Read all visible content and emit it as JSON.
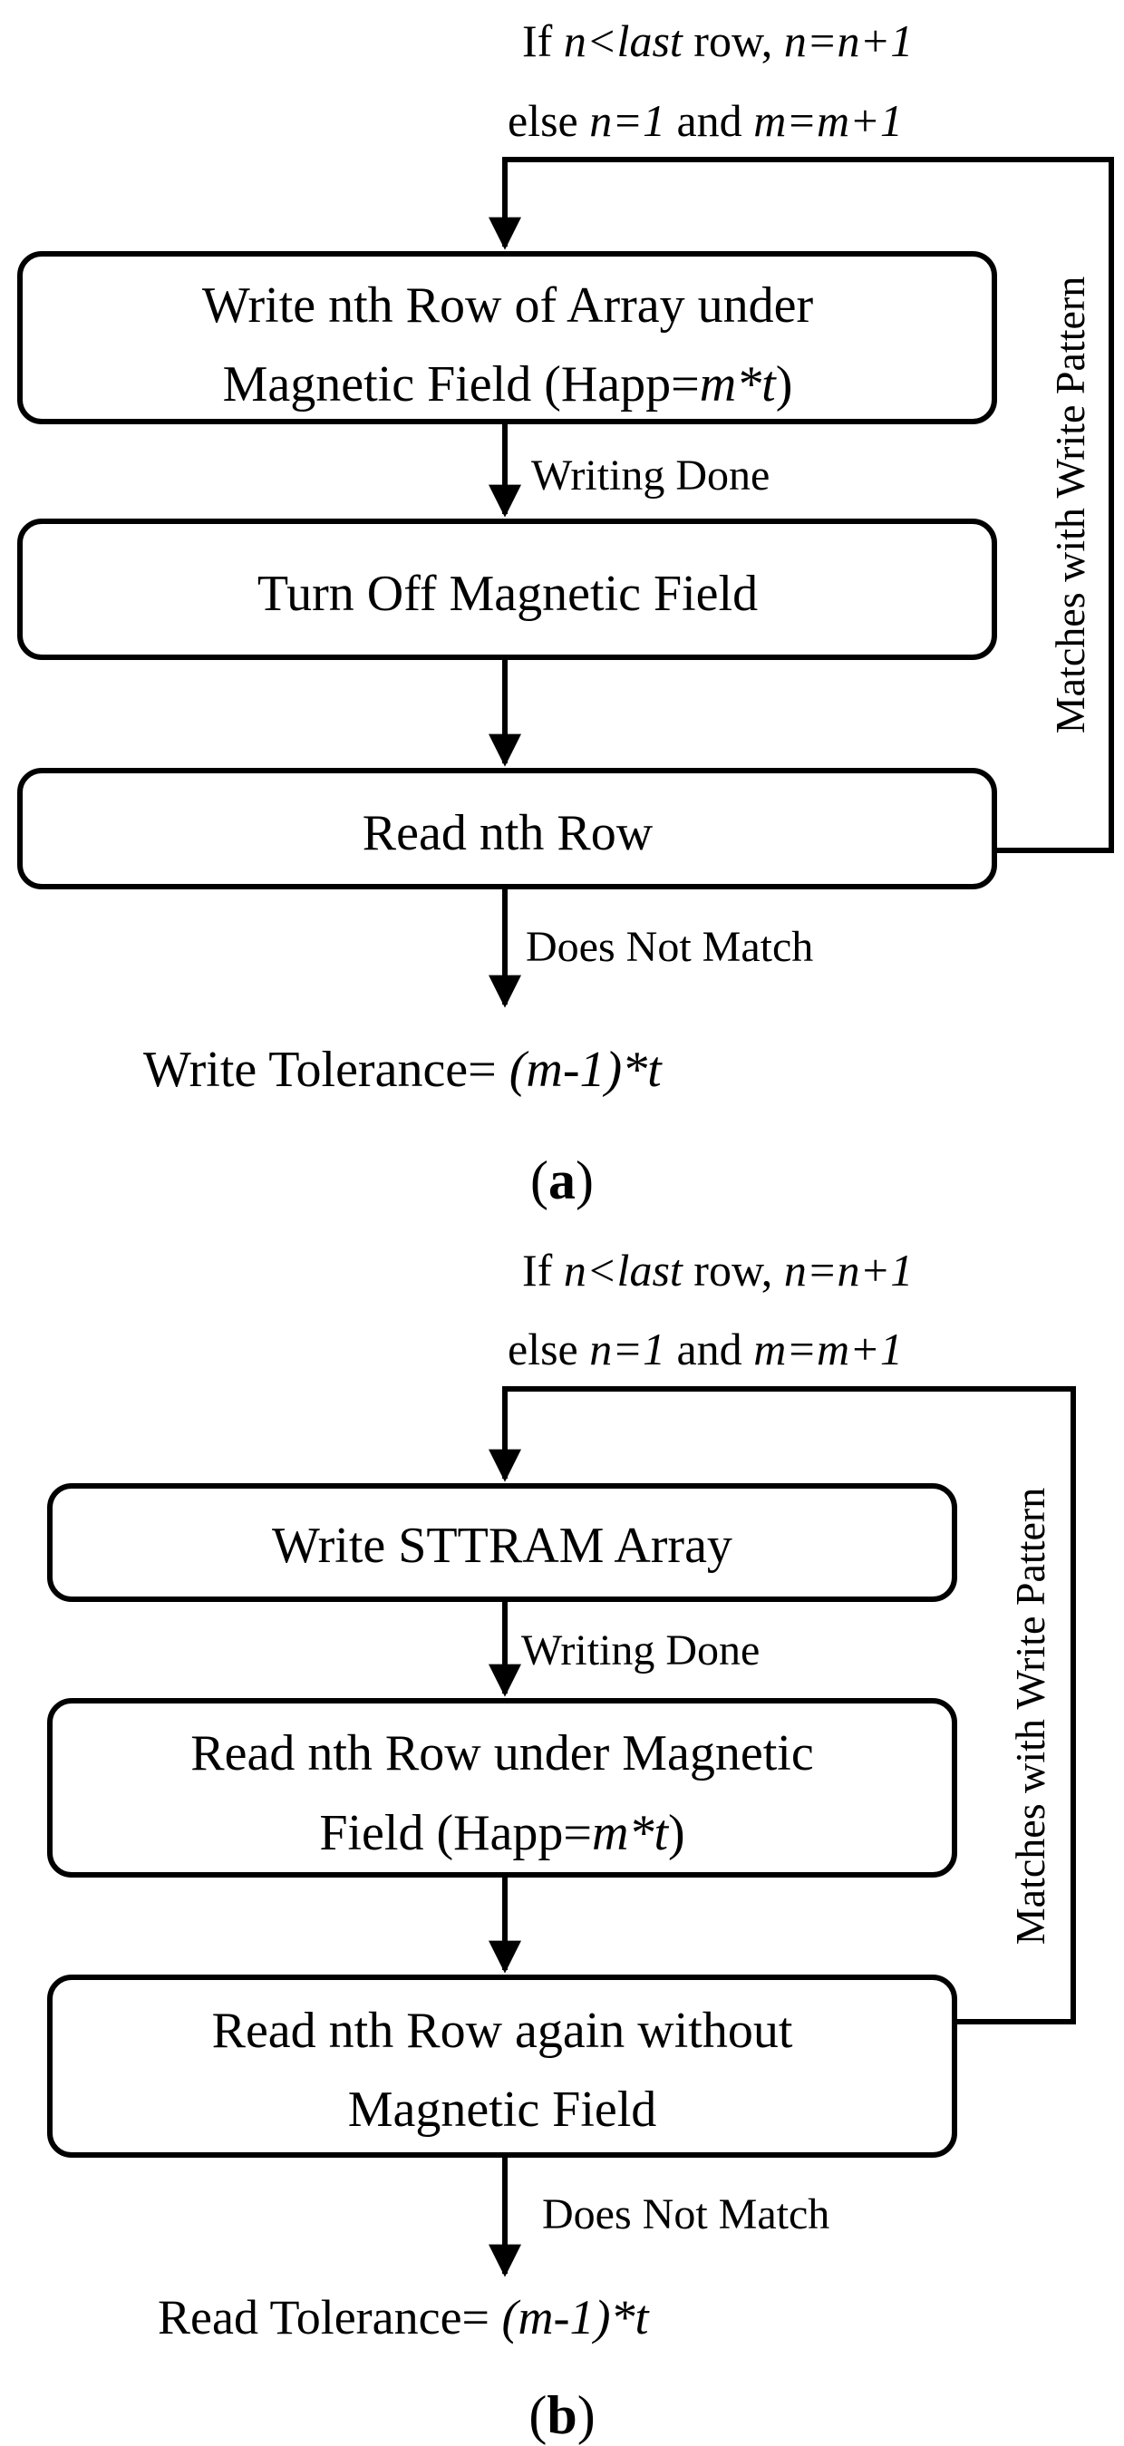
{
  "panel_a": {
    "loop_line1": {
      "p1": "If ",
      "n1": "n<last",
      "p2": " row, ",
      "n2": "n=n+1"
    },
    "loop_line2": {
      "p1": "else ",
      "n1": "n=1",
      "p2": " and ",
      "n2": "m=m+1"
    },
    "side_label": "Matches with Write Pattern",
    "box1": {
      "line1": "Write nth Row of Array under",
      "line2_pre": "Magnetic Field (Happ=",
      "line2_ital": "m*t",
      "line2_post": ")"
    },
    "arrow1_label": "Writing Done",
    "box2": {
      "line1": "Turn Off Magnetic Field"
    },
    "box3": {
      "line1": "Read nth Row"
    },
    "exit_label": "Does Not Match",
    "result": {
      "pre": "Write Tolerance= ",
      "ital": "(m-1)*t"
    },
    "caption": {
      "open": "(",
      "letter": "a",
      "close": ")"
    }
  },
  "panel_b": {
    "loop_line1": {
      "p1": "If ",
      "n1": "n<last",
      "p2": " row, ",
      "n2": "n=n+1"
    },
    "loop_line2": {
      "p1": "else ",
      "n1": "n=1",
      "p2": " and ",
      "n2": "m=m+1"
    },
    "side_label": "Matches with Write Pattern",
    "box1": {
      "line1": "Write STTRAM Array"
    },
    "arrow1_label": "Writing Done",
    "box2": {
      "line1": "Read nth Row under Magnetic",
      "line2_pre": "Field (Happ=",
      "line2_ital": "m*t",
      "line2_post": ")"
    },
    "box3": {
      "line1": "Read nth Row again without",
      "line2": "Magnetic Field"
    },
    "exit_label": "Does Not Match",
    "result": {
      "pre": "Read Tolerance= ",
      "ital": "(m-1)*t"
    },
    "caption": {
      "open": "(",
      "letter": "b",
      "close": ")"
    }
  }
}
